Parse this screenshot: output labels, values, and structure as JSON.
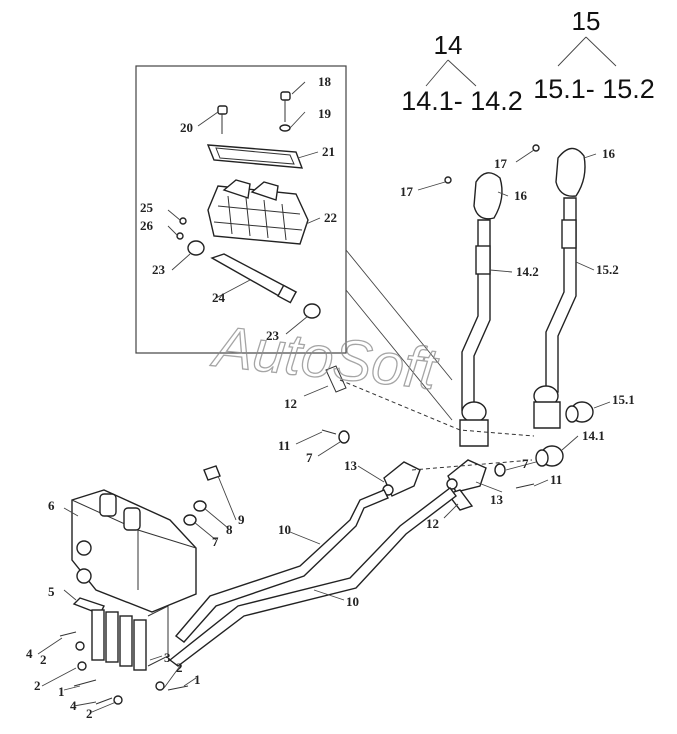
{
  "watermark": "AutoSoft",
  "groups": {
    "g14": {
      "number": "14",
      "range": "14.1- 14.2"
    },
    "g15": {
      "number": "15",
      "range": "15.1- 15.2"
    }
  },
  "callouts": {
    "c18": "18",
    "c19": "19",
    "c20": "20",
    "c21": "21",
    "c22": "22",
    "c25": "25",
    "c26": "26",
    "c23a": "23",
    "c24": "24",
    "c23b": "23",
    "c17a": "17",
    "c17b": "17",
    "c16a": "16",
    "c16b": "16",
    "c14_2": "14.2",
    "c15_2": "15.2",
    "c15_1": "15.1",
    "c14_1": "14.1",
    "c12a": "12",
    "c11a": "11",
    "c7a": "7",
    "c13a": "13",
    "c13b": "13",
    "c7b": "7",
    "c11b": "11",
    "c12b": "12",
    "c6": "6",
    "c9": "9",
    "c8": "8",
    "c7c": "7",
    "c10a": "10",
    "c10b": "10",
    "c5": "5",
    "c4a": "4",
    "c2a": "2",
    "c2b": "2",
    "c1a": "1",
    "c4b": "4",
    "c2c": "2",
    "c3": "3",
    "c2d": "2",
    "c1b": "1"
  }
}
